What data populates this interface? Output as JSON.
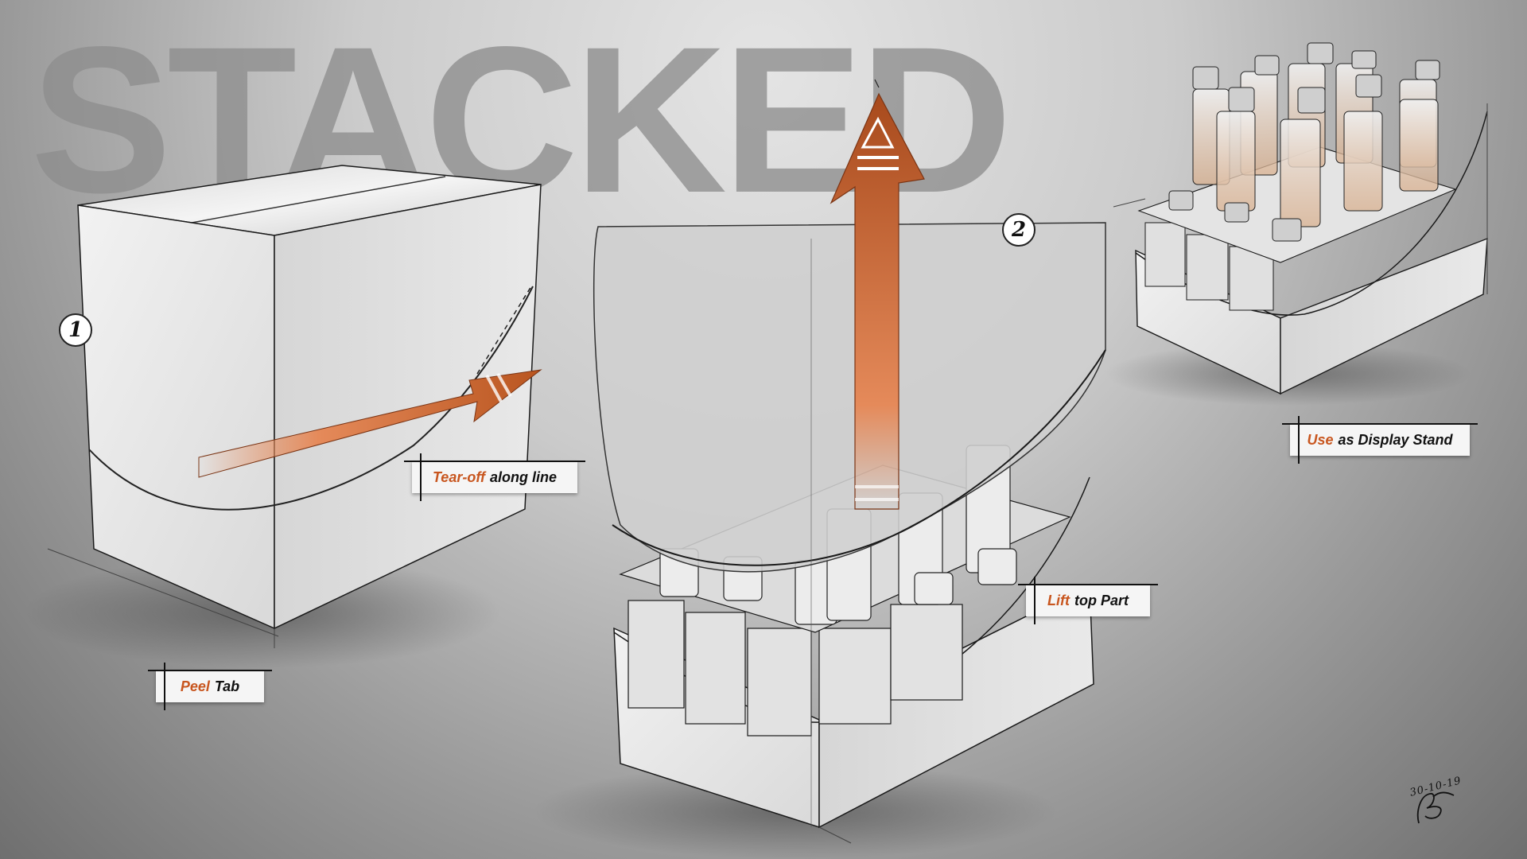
{
  "headline": "STACKED",
  "steps": [
    {
      "id": "1",
      "label": "1"
    },
    {
      "id": "2",
      "label": "2"
    }
  ],
  "callouts": {
    "tear_off": {
      "accent": "Tear-off",
      "rest": "along line"
    },
    "peel_tab": {
      "accent": "Peel",
      "rest": "Tab"
    },
    "lift_top": {
      "accent": "Lift",
      "rest": "top Part"
    },
    "display_stand": {
      "accent": "Use",
      "rest": "as Display Stand"
    }
  },
  "signature": {
    "date": "30-10-19"
  },
  "colors": {
    "accent": "#c8561f",
    "arrow_dark": "#a84a1c",
    "arrow_light": "#e58a5a",
    "box_face": "#e6e6e6",
    "box_shadow_face": "#d4d4d4",
    "outline": "#1a1a1a"
  },
  "icons": [
    "tear-arrow-icon",
    "lift-arrow-icon",
    "bottle-icon",
    "signature-mark"
  ]
}
